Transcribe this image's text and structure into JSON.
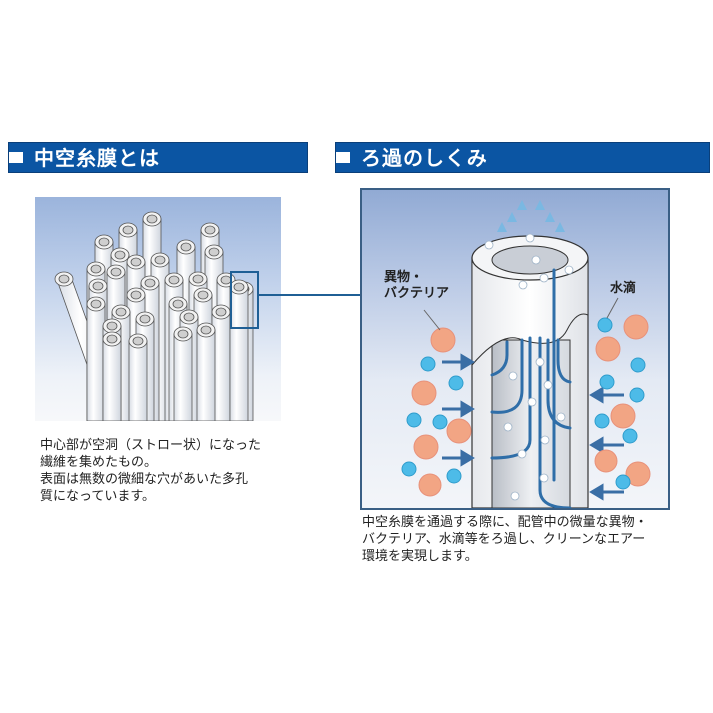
{
  "sections": {
    "left": {
      "title": "中空糸膜とは",
      "description_lines": [
        "中心部が空洞（ストロー状）になった",
        "繊維を集めたもの。",
        "表面は無数の微細な穴があいた多孔",
        "質になっています。"
      ],
      "illustration": "hollow-fiber-bundle"
    },
    "right": {
      "title": "ろ過のしくみ",
      "labels": {
        "contaminant_line1": "異物・",
        "contaminant_line2": "バクテリア",
        "water": "水滴"
      },
      "description_lines": [
        "中空糸膜を通過する際に、配管中の微量な異物・",
        "バクテリア、水滴等をろ過し、クリーンなエアー",
        "環境を実現します。"
      ],
      "illustration": "filtration-mechanism"
    }
  },
  "colors": {
    "header_bg": "#0b55a3",
    "header_text": "#ffffff",
    "callout": "#1f5f95",
    "water_droplet": "#4dbbe8",
    "contaminant": "#f2a584",
    "flow_line": "#2f6ea8"
  }
}
